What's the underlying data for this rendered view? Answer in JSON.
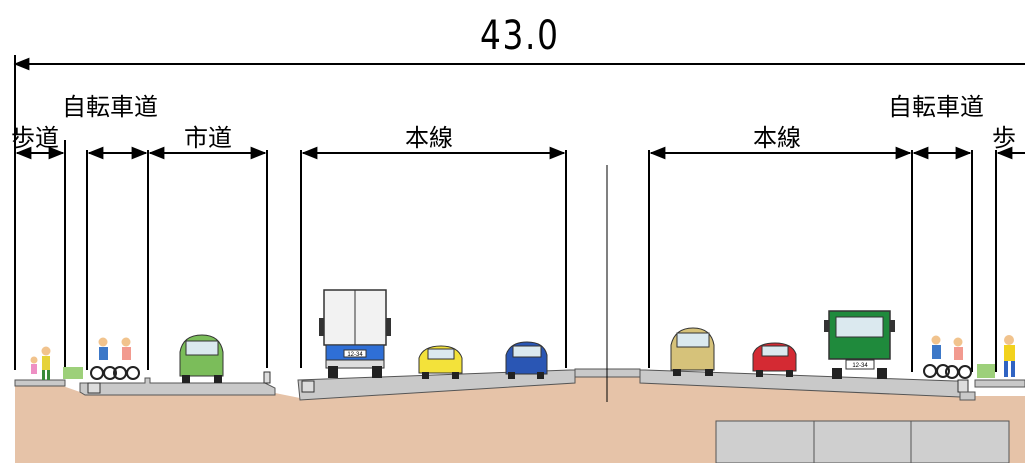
{
  "title": {
    "total_width": "43.0"
  },
  "labels": {
    "sidewalk": "歩道",
    "sidewalk_right_partial": "歩",
    "bike_lane_left": "自転車道",
    "bike_lane_right": "自転車道",
    "city_road": "市道",
    "main_line_left": "本線",
    "main_line_right": "本線"
  },
  "vehicles": {
    "truck_plate": "12-34",
    "bus_plate": "12-34"
  },
  "colors": {
    "soil": "#e6c3a8",
    "pavement": "#c9c9c9",
    "pavement_edge": "#555555",
    "box_culvert": "#c9c9c9",
    "truck_cab": "#2f6fd6",
    "green_car": "#7bbd5a",
    "yellow_car": "#f3e23a",
    "blue_car": "#2a56b4",
    "beige_car": "#d6c27a",
    "red_car": "#d42a33",
    "green_truck": "#1f8a3c"
  }
}
